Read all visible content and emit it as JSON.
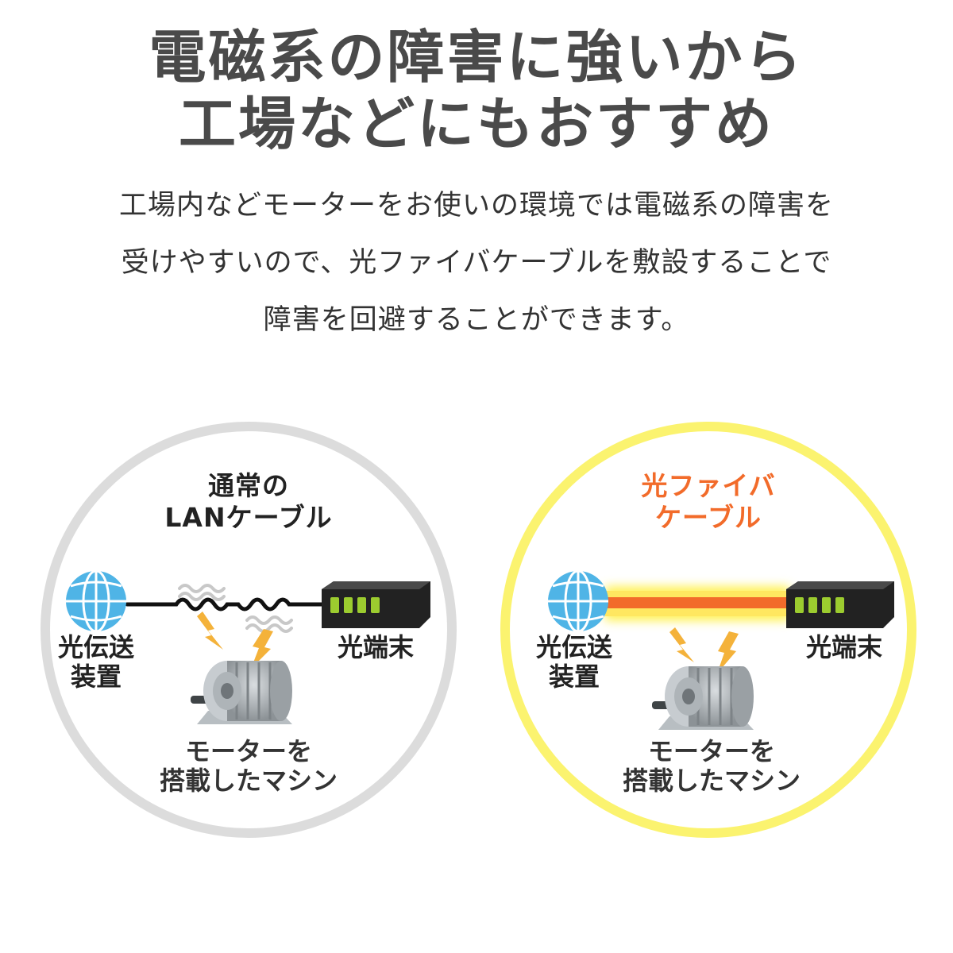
{
  "headline": {
    "line1": "電磁系の障害に強いから",
    "line2": "工場などにもおすすめ"
  },
  "description": {
    "line1": "工場内などモーターをお使いの環境では電磁系の障害を",
    "line2": "受けやすいので、光ファイバケーブルを敷設することで",
    "line3": "障害を回避することができます。"
  },
  "left_panel": {
    "title_line1": "通常の",
    "title_line2": "LANケーブル",
    "sender_line1": "光伝送",
    "sender_line2": "装置",
    "terminal": "光端末",
    "machine_line1": "モーターを",
    "machine_line2": "搭載したマシン"
  },
  "right_panel": {
    "title_line1": "光ファイバ",
    "title_line2": "ケーブル",
    "sender_line1": "光伝送",
    "sender_line2": "装置",
    "terminal": "光端末",
    "machine_line1": "モーターを",
    "machine_line2": "搭載したマシン"
  },
  "icons": {
    "globe": "globe-icon",
    "terminal": "optical-terminal-icon",
    "motor": "motor-icon",
    "lightning": "lightning-icon",
    "noise_wave": "noise-wave-icon"
  },
  "colors": {
    "headline_text": "#4a4a4a",
    "body_text": "#333333",
    "label_text": "#222222",
    "accent_orange": "#f26b2a",
    "left_ring": "#dcdcdc",
    "right_ring": "#fbf36f",
    "globe_blue": "#4fb4e6",
    "led_green": "#9ccc2f"
  }
}
